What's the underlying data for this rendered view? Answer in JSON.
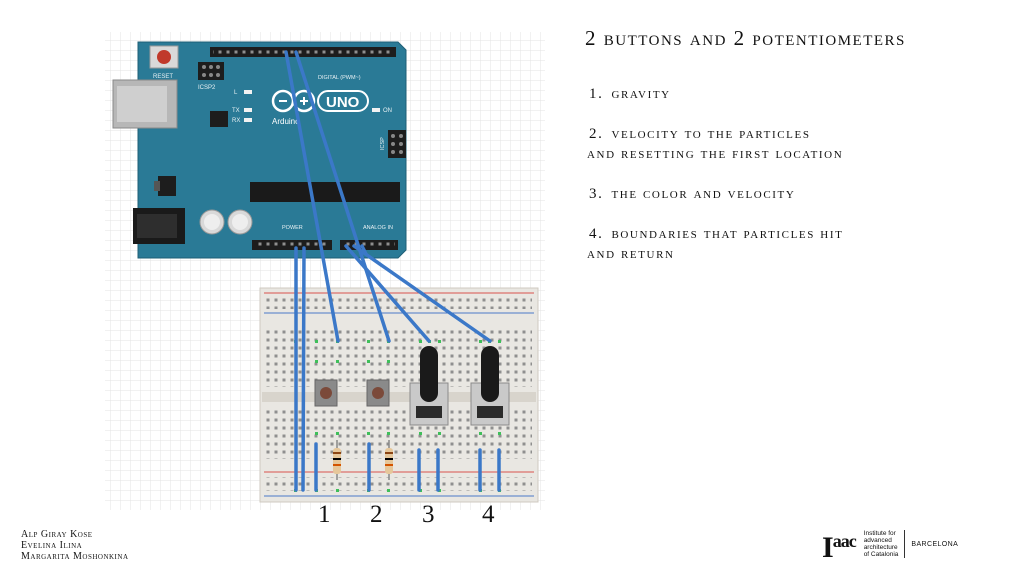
{
  "slide": {
    "title": "2 buttons and 2 potentiometers",
    "items": [
      {
        "num": "1.",
        "line1": "gravity",
        "line2": ""
      },
      {
        "num": "2.",
        "line1": "velocity to the particles",
        "line2": "and resetting the first location"
      },
      {
        "num": "3.",
        "line1": "the color and velocity",
        "line2": ""
      },
      {
        "num": "4.",
        "line1": "boundaries that particles hit",
        "line2": "and return"
      }
    ],
    "labels": [
      "1",
      "2",
      "3",
      "4"
    ],
    "authors": [
      "Alp Giray Kose",
      "Evelina Ilina",
      "Margarita Moshonkina"
    ]
  },
  "board": {
    "reset_label": "RESET",
    "icsp2_label": "ICSP2",
    "icsp_label": "ICSP",
    "brand": "Arduino",
    "model": "UNO",
    "digital_label": "DIGITAL (PWM~)",
    "analog_label": "ANALOG IN",
    "power_label": "POWER",
    "on_label": "ON",
    "led_labels": [
      "L",
      "TX",
      "RX"
    ]
  },
  "logo": {
    "mark": "Iaac",
    "institute_lines": [
      "Institute for",
      "advanced",
      "architecture",
      "of Catalonia"
    ],
    "city": "BARCELONA"
  },
  "colors": {
    "board": "#2a7a96",
    "wire": "#3b78c8",
    "grid": "#e3e3e3",
    "rail_red": "#d9534f",
    "rail_blue": "#4a78c8",
    "breadboard": "#e9e7e2"
  }
}
